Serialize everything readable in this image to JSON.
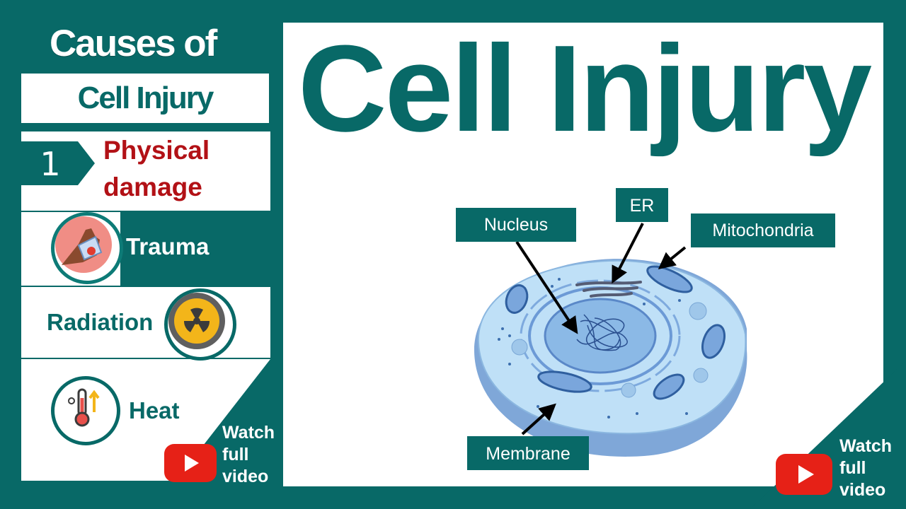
{
  "left_panel": {
    "heading_line1": "Causes of",
    "heading_line2": "Cell Injury",
    "cause_number": "1",
    "cause_title_line1": "Physical",
    "cause_title_line2": "damage",
    "items": [
      {
        "label": "Trauma",
        "icon": "injured-hand-icon"
      },
      {
        "label": "Radiation",
        "icon": "radiation-icon"
      },
      {
        "label": "Heat",
        "icon": "thermometer-icon"
      }
    ]
  },
  "title": "Cell Injury",
  "diagram": {
    "labels": {
      "nucleus": "Nucleus",
      "er": "ER",
      "mitochondria": "Mitochondria",
      "membrane": "Membrane"
    }
  },
  "watch_left": {
    "line1": "Watch",
    "line2": "full",
    "line3": "video"
  },
  "watch_right": {
    "line1": "Watch",
    "line2": "full",
    "line3": "video"
  },
  "colors": {
    "teal": "#086967",
    "red": "#b21116",
    "youtube": "#e62117",
    "cell": "#a9d3f3"
  }
}
